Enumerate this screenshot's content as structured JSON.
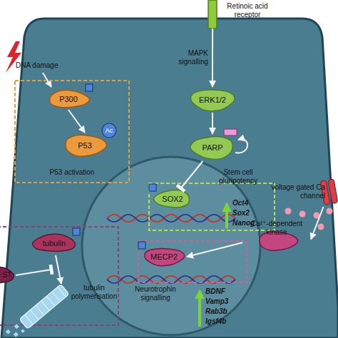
{
  "diagram": {
    "nodes": [
      {
        "text": [
          "Retinoic acid receptor"
        ]
      },
      {
        "text": [
          "P53 activation"
        ]
      },
      {
        "text": [
          "P300"
        ],
        "in": 1
      },
      {
        "text": [
          "P53"
        ],
        "in": 1
      },
      {
        "text": [
          "Ac"
        ],
        "in": 3
      },
      {
        "text": [
          "ERK1/2"
        ]
      },
      {
        "text": [
          "PARP"
        ]
      },
      {
        "text": [
          "Stem cell pluripotency"
        ]
      },
      {
        "text": [
          "SOX2"
        ],
        "in": 7
      },
      {
        "text": [
          "voltage gated Ca channel"
        ]
      },
      {
        "text": [
          "tubulin"
        ]
      },
      {
        "text": [
          "ST"
        ]
      },
      {
        "text": [
          "Ca²⁺-dependent kinase"
        ]
      },
      {
        "text": [
          "MECP2"
        ]
      }
    ],
    "edges": [
      {
        "from": 0,
        "to": 5,
        "arrow": "to",
        "label": "MAPK signalling"
      },
      {
        "from": 5,
        "to": 6,
        "arrow": "to"
      },
      {
        "from": 6,
        "to": 8,
        "arrow": "to"
      },
      {
        "from": 2,
        "to": 3,
        "arrow": "to"
      },
      {
        "from": 9,
        "to": 12,
        "arrow": "to"
      },
      {
        "from": 12,
        "to": 13,
        "arrow": "to"
      }
    ],
    "labels": [
      "DNA damage",
      "Oct4",
      "Sox2",
      "Nanog",
      "tubulin polymerisation",
      "Neurotrophin signalling",
      "BDNF",
      "Vamp3",
      "Rab3b",
      "Igsf4b"
    ]
  }
}
